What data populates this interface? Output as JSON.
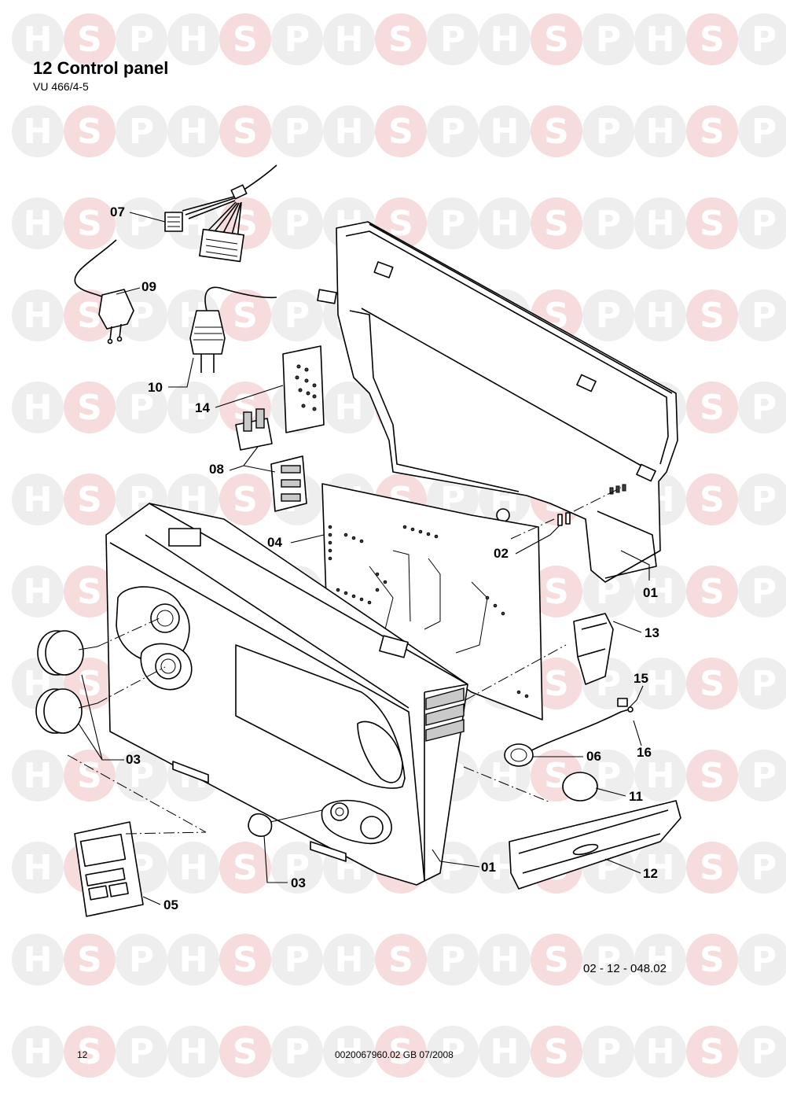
{
  "header": {
    "title": "12 Control panel",
    "model": "VU 466/4-5"
  },
  "footer": {
    "drawing_ref": "02 - 12 - 048.02",
    "page_number": "12",
    "document_number": "0020067960.02 GB 07/2008"
  },
  "watermark": {
    "letters": [
      "H",
      "S",
      "P"
    ],
    "colors": {
      "h_p": "#eeeeee",
      "s": "#f6dcdc"
    }
  },
  "callouts": [
    {
      "id": "c-07",
      "label": "07"
    },
    {
      "id": "c-09",
      "label": "09"
    },
    {
      "id": "c-10",
      "label": "10"
    },
    {
      "id": "c-14",
      "label": "14"
    },
    {
      "id": "c-08",
      "label": "08"
    },
    {
      "id": "c-04",
      "label": "04"
    },
    {
      "id": "c-02",
      "label": "02"
    },
    {
      "id": "c-01a",
      "label": "01"
    },
    {
      "id": "c-13",
      "label": "13"
    },
    {
      "id": "c-15",
      "label": "15"
    },
    {
      "id": "c-16",
      "label": "16"
    },
    {
      "id": "c-03a",
      "label": "03"
    },
    {
      "id": "c-06",
      "label": "06"
    },
    {
      "id": "c-11",
      "label": "11"
    },
    {
      "id": "c-01b",
      "label": "01"
    },
    {
      "id": "c-12",
      "label": "12"
    },
    {
      "id": "c-03b",
      "label": "03"
    },
    {
      "id": "c-05",
      "label": "05"
    }
  ]
}
